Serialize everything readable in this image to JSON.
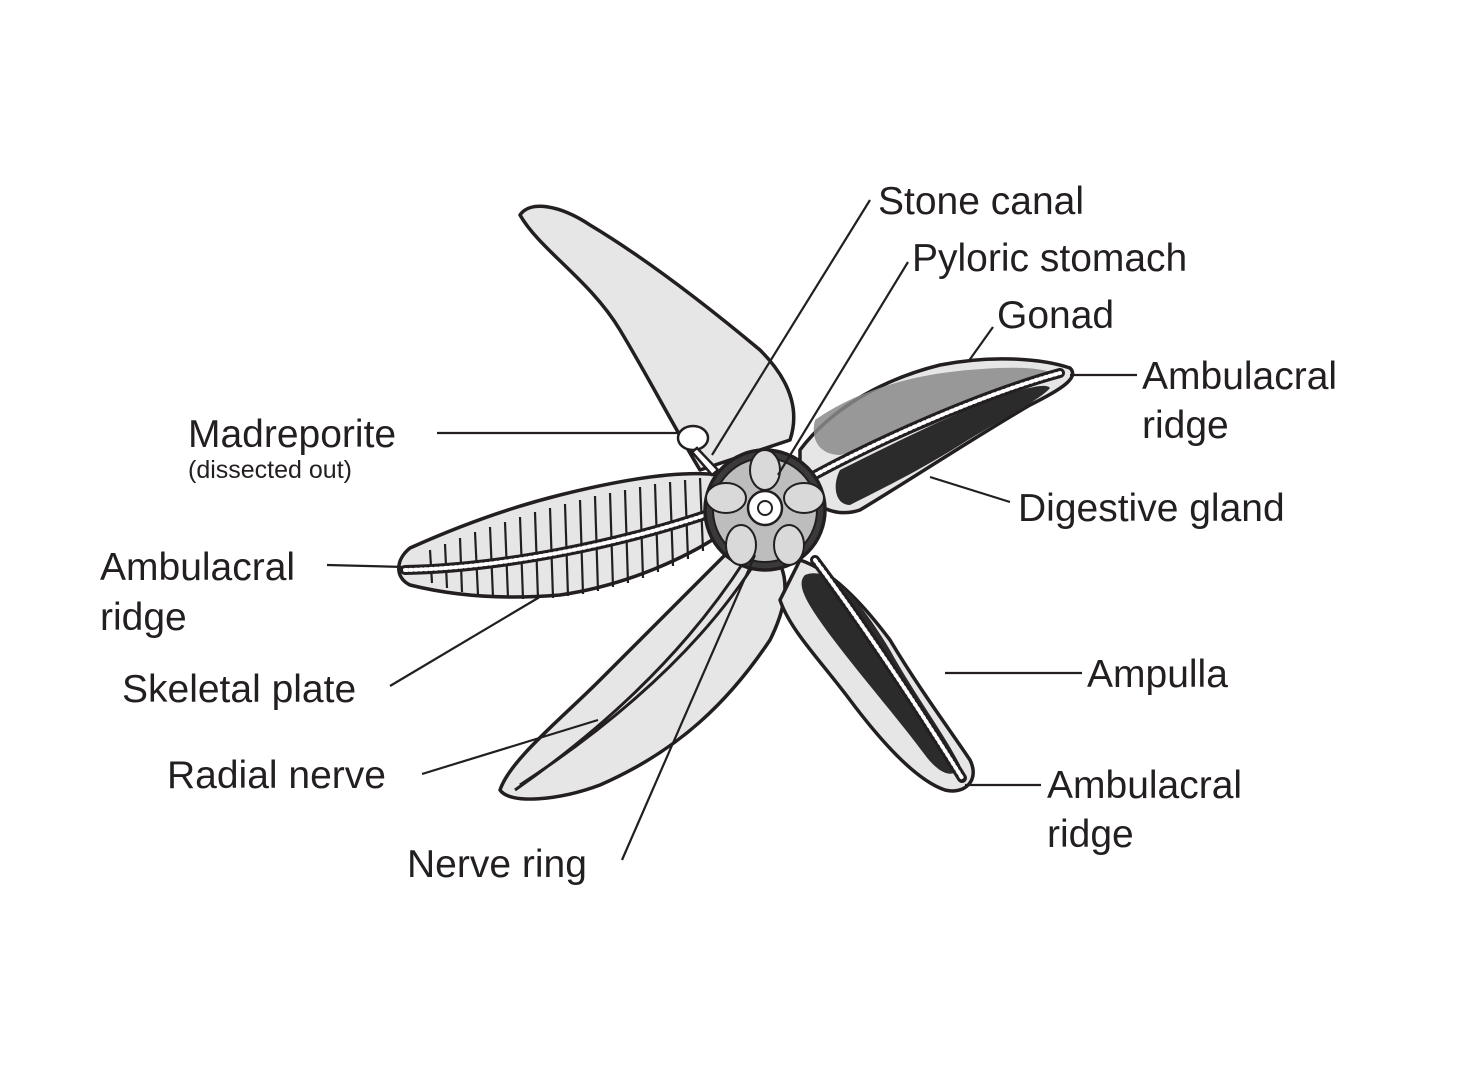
{
  "labels": {
    "stone_canal": "Stone canal",
    "pyloric_stomach": "Pyloric stomach",
    "gonad": "Gonad",
    "ambulacral_ridge_right_top_1": "Ambulacral",
    "ambulacral_ridge_right_top_2": "ridge",
    "madreporite": "Madreporite",
    "madreporite_note": "(dissected out)",
    "digestive_gland": "Digestive gland",
    "ambulacral_ridge_left_1": "Ambulacral",
    "ambulacral_ridge_left_2": "ridge",
    "skeletal_plate": "Skeletal plate",
    "ampulla": "Ampulla",
    "radial_nerve": "Radial nerve",
    "ambulacral_ridge_right_bottom_1": "Ambulacral",
    "ambulacral_ridge_right_bottom_2": "ridge",
    "nerve_ring": "Nerve ring"
  },
  "colors": {
    "ink": "#231f20",
    "body_fill": "#e6e6e6",
    "gonad_fill": "#8a8a8a",
    "gland_fill": "#2b2b2b",
    "central_disc": "#3a3a3a"
  }
}
